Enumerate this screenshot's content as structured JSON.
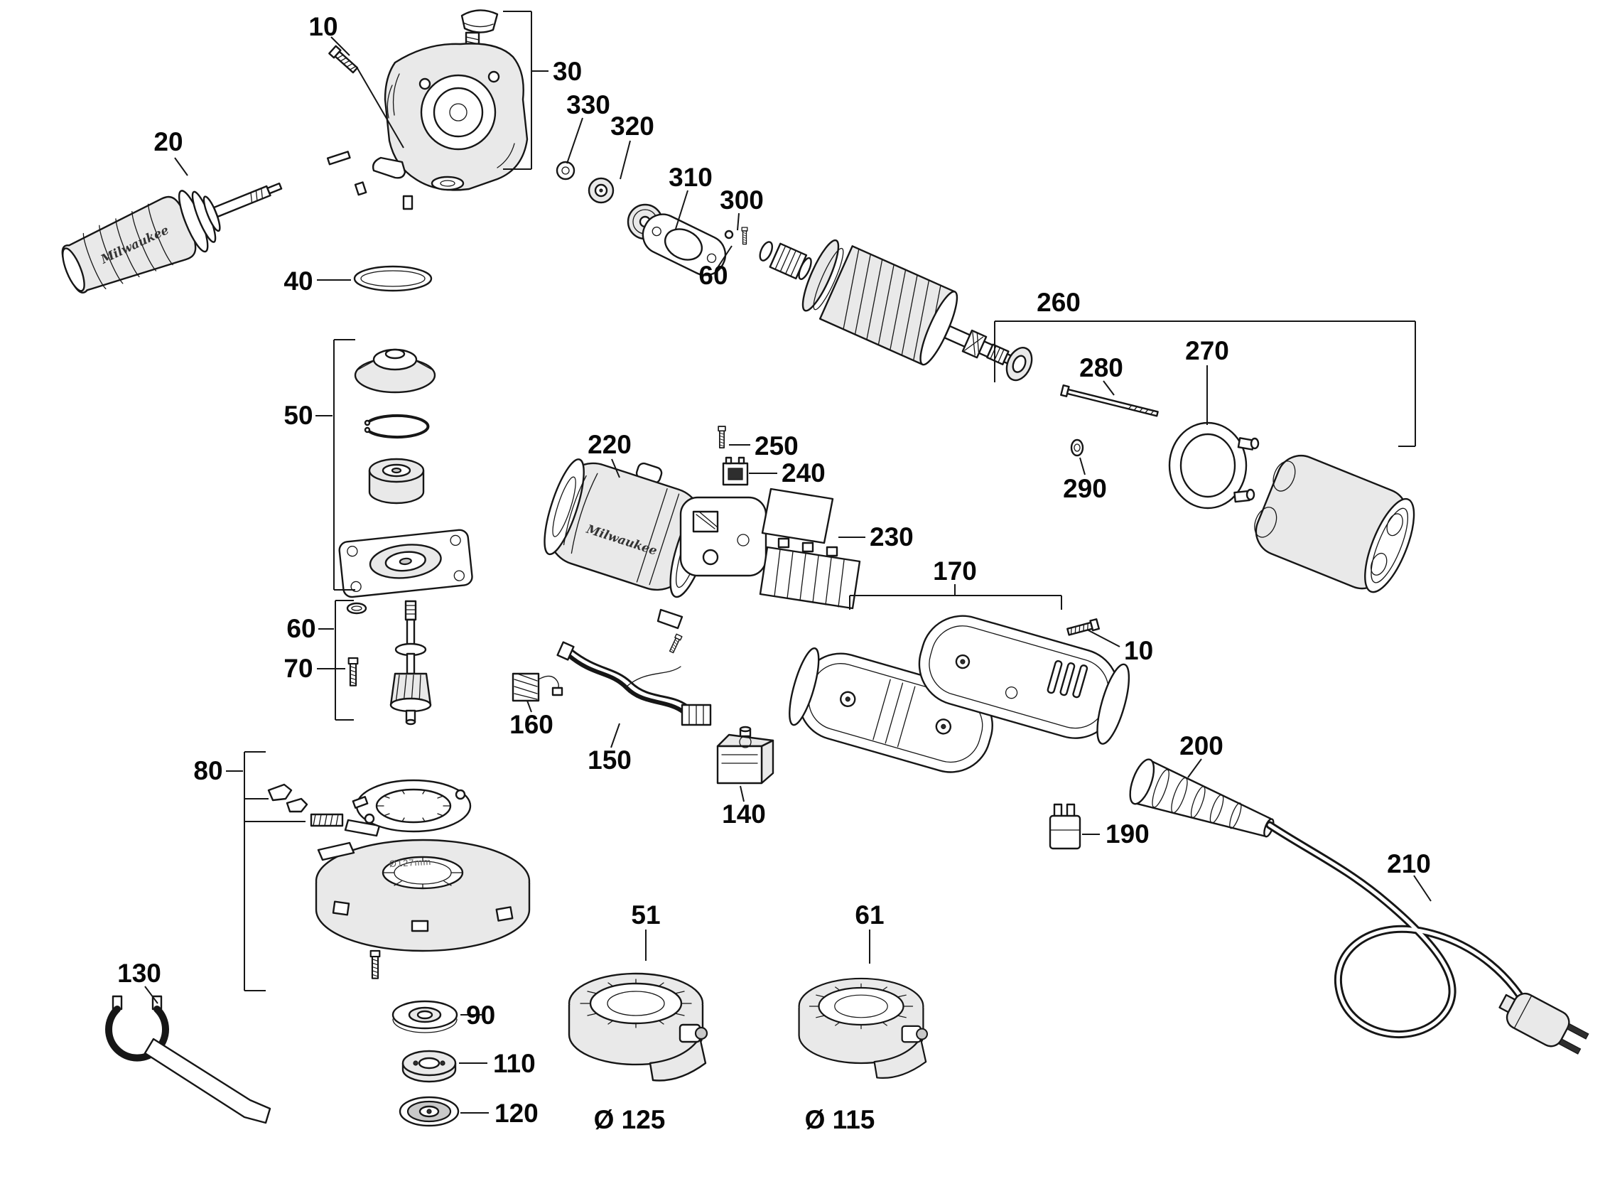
{
  "diagram": {
    "brand_logo": "Milwaukee",
    "guard_marking": "Ø127mm",
    "callouts": [
      {
        "part": "10"
      },
      {
        "part": "30"
      },
      {
        "part": "20"
      },
      {
        "part": "330"
      },
      {
        "part": "320"
      },
      {
        "part": "310"
      },
      {
        "part": "300"
      },
      {
        "part": "60"
      },
      {
        "part": "260"
      },
      {
        "part": "280"
      },
      {
        "part": "270"
      },
      {
        "part": "40"
      },
      {
        "part": "50"
      },
      {
        "part": "220"
      },
      {
        "part": "250"
      },
      {
        "part": "240"
      },
      {
        "part": "230"
      },
      {
        "part": "290"
      },
      {
        "part": "170"
      },
      {
        "part": "10"
      },
      {
        "part": "60"
      },
      {
        "part": "70"
      },
      {
        "part": "160"
      },
      {
        "part": "150"
      },
      {
        "part": "80"
      },
      {
        "part": "140"
      },
      {
        "part": "200"
      },
      {
        "part": "190"
      },
      {
        "part": "210"
      },
      {
        "part": "51"
      },
      {
        "part": "61"
      },
      {
        "part": "130"
      },
      {
        "part": "90"
      },
      {
        "part": "110"
      },
      {
        "part": "120"
      },
      {
        "part": "Ø 125"
      },
      {
        "part": "Ø 115"
      }
    ]
  }
}
